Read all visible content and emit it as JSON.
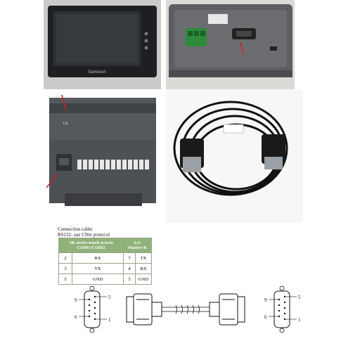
{
  "caption": {
    "line1": "Connection cable:",
    "line2": "RS232- use CNet protocol"
  },
  "pinout": {
    "header_left_line1": "SK series touch screen",
    "header_left_line2": "COM1/COM2",
    "header_right_line1": "LG",
    "header_right_line2": "Master-K",
    "rows": [
      {
        "pin_a": "2",
        "sig_a": "RX",
        "pin_b": "7",
        "sig_b": "TX"
      },
      {
        "pin_a": "3",
        "sig_a": "TX",
        "pin_b": "4",
        "sig_b": "RX"
      },
      {
        "pin_a": "5",
        "sig_a": "GND",
        "pin_b": "5",
        "sig_b": "GND"
      }
    ]
  },
  "diagram": {
    "left_pin_top_left": "9",
    "left_pin_top_right": "5",
    "left_pin_bottom_left": "6",
    "left_pin_bottom_right": "1",
    "right_pin_top_left": "9",
    "right_pin_top_right": "5",
    "right_pin_bottom_left": "6",
    "right_pin_bottom_right": "1"
  },
  "photo_text": {
    "hmi_brand": "Samkoon",
    "plc_label": "LG"
  },
  "colors": {
    "table_header": "#8fb27a",
    "arrow": "#cc2222",
    "terminal_green": "#2e8b3a"
  }
}
